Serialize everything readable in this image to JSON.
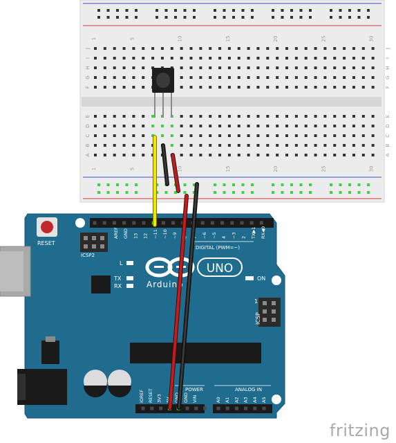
{
  "breadboard": {
    "column_numbers": [
      "1",
      "5",
      "10",
      "15",
      "20",
      "25",
      "30"
    ],
    "row_letters_top": [
      "J",
      "I",
      "H",
      "G",
      "F"
    ],
    "row_letters_bottom": [
      "E",
      "D",
      "C",
      "B",
      "A"
    ],
    "columns": 30
  },
  "arduino": {
    "reset_label": "RESET",
    "icsp2_label": "ICSP2",
    "icsp_label": "ICSP",
    "led_l": "L",
    "led_tx": "TX",
    "led_rx": "RX",
    "on_label": "ON",
    "uno_label": "UNO",
    "brand_label": "Arduino",
    "digital_header": "DIGITAL (PWM=~)",
    "power_header": "POWER",
    "analog_header": "ANALOG IN",
    "digital_pins": [
      "AREF",
      "GND",
      "13",
      "12",
      "~11",
      "~10",
      "~9",
      "8",
      "7",
      "~6",
      "~5",
      "4",
      "~3",
      "2",
      "TX▶1",
      "RX◀0"
    ],
    "power_pins": [
      "IOREF",
      "RESET",
      "3V3",
      "5V",
      "GND",
      "GND",
      "VIN"
    ],
    "analog_pins": [
      "A0",
      "A1",
      "A2",
      "A3",
      "A4",
      "A5"
    ]
  },
  "colors": {
    "board": "#1f6c8e",
    "breadboard": "#ececec",
    "wire_yellow": "#f2e600",
    "wire_red": "#c41c1c",
    "wire_black": "#2a2a2a",
    "rail_red": "#d23a3a",
    "rail_blue": "#3b48b5"
  },
  "watermark": "fritzing"
}
